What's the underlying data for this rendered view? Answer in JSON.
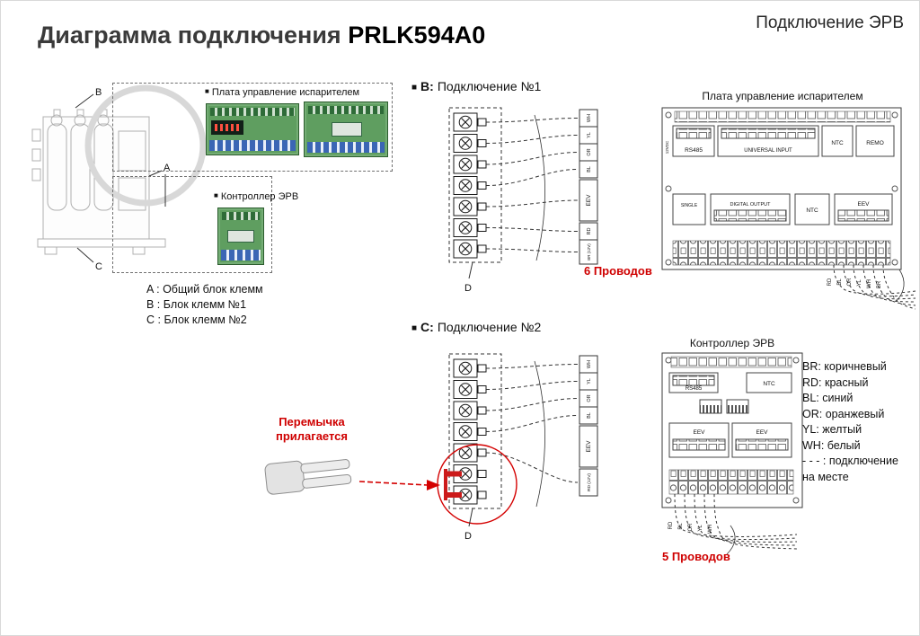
{
  "page": {
    "title_prefix": "Диаграмма подключения ",
    "title_model": "PRLK594A0",
    "top_right_title": "Подключение ЭРВ"
  },
  "ui": {
    "bullet": "■"
  },
  "colors": {
    "accent_red": "#CC0000",
    "pcb_green": "#5F9E60"
  },
  "unit": {
    "label_a": "A",
    "label_b": "B",
    "label_c": "C"
  },
  "left_boxes": {
    "evap_label": "Плата управление испарителем",
    "ctrl_label": "Контроллер ЭРВ"
  },
  "legend_abc": {
    "line_a": "A : Общий блок клемм",
    "line_b": "B : Блок клемм №1",
    "line_c": "C : Блок клемм №2"
  },
  "section_b": {
    "label": "B:",
    "title": "Подключение №1",
    "note": "6 Проводов",
    "eev": "EEV",
    "d": "D",
    "wire_labels": [
      "WH",
      "YL",
      "OR",
      "BL",
      "RD",
      "BR (12V)"
    ]
  },
  "section_c": {
    "label": "C:",
    "title": "Подключение №2",
    "note": "5 Проводов",
    "eev": "EEV",
    "d": "D",
    "jumper_line1": "Перемычка",
    "jumper_line2": "прилагается",
    "wire_labels": [
      "WH",
      "YL",
      "OR",
      "BL",
      "RD (12V)"
    ]
  },
  "evap_board": {
    "title": "Плата управление испарителем",
    "labels": {
      "vdc": "12VDC",
      "rs485": "RS485",
      "universal_input": "UNIVERSAL INPUT",
      "ntc1": "NTC",
      "remo": "REMO",
      "single": "SINGLE",
      "digital_output": "DIGITAL OUTPUT",
      "ntc2": "NTC",
      "eev": "EEV"
    },
    "wire_labels": [
      "RD",
      "BL",
      "OR",
      "YL",
      "WH",
      "BR"
    ]
  },
  "ctrl_board": {
    "title": "Контроллер ЭРВ",
    "labels": {
      "rs485": "RS485",
      "ntc": "NTC",
      "eev1": "EEV",
      "eev2": "EEV"
    },
    "wire_labels": [
      "RD",
      "BL",
      "OR",
      "YL",
      "WH"
    ]
  },
  "color_legend": {
    "lines": [
      "BR: коричневый",
      "RD: красный",
      "BL: синий",
      "OR: оранжевый",
      "YL: желтый",
      "WH: белый",
      "- - - : подключение",
      "на месте"
    ]
  }
}
